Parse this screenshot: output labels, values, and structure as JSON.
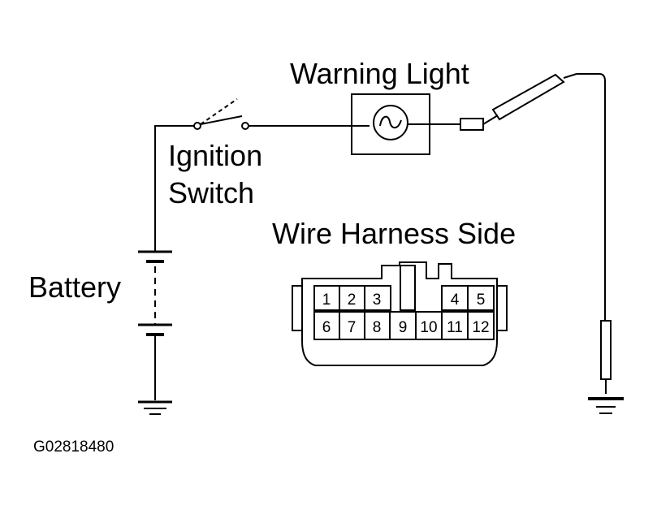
{
  "labels": {
    "warning_light": "Warning Light",
    "ignition_switch_1": "Ignition",
    "ignition_switch_2": "Switch",
    "battery": "Battery",
    "wire_harness_side": "Wire Harness Side"
  },
  "figure_code": "G02818480",
  "connector": {
    "top_row": [
      "1",
      "2",
      "3",
      "4",
      "5"
    ],
    "bottom_row": [
      "6",
      "7",
      "8",
      "9",
      "10",
      "11",
      "12"
    ]
  }
}
